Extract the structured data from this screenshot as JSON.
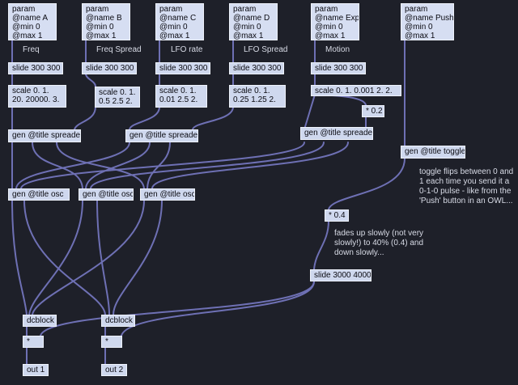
{
  "params": [
    {
      "lines": "param\n@name A\n@min 0\n@max 1"
    },
    {
      "lines": "param\n@name B\n@min 0\n@max 1"
    },
    {
      "lines": "param\n@name C\n@min 0\n@max 1"
    },
    {
      "lines": "param\n@name D\n@min 0\n@max 1"
    },
    {
      "lines": "param\n@name Exp\n@min 0\n@max 1"
    },
    {
      "lines": "param\n@name Push\n@min 0\n@max 1"
    }
  ],
  "labels": {
    "freq": "Freq",
    "freq_spread": "Freq Spread",
    "lfo_rate": "LFO rate",
    "lfo_spread": "LFO Spread",
    "motion": "Motion"
  },
  "objects": {
    "slide_a": "slide 300 300",
    "slide_b": "slide 300 300",
    "slide_c": "slide 300 300",
    "slide_d": "slide 300 300",
    "slide_exp": "slide 300 300",
    "scale_a": "scale 0. 1.\n20. 20000. 3.",
    "scale_b": "scale 0. 1.\n0.5 2.5 2.",
    "scale_c": "scale 0. 1.\n0.01 2.5 2.",
    "scale_d": "scale 0. 1.\n0.25 1.25 2.",
    "scale_exp": "scale 0. 1. 0.001 2. 2.",
    "mul_02": "* 0.2",
    "spreader_1": "gen @title spreader",
    "spreader_2": "gen @title spreader",
    "spreader_3": "gen @title spreader",
    "toggle": "gen @title toggle",
    "osc_1": "gen @title osc",
    "osc_2": "gen @title osc",
    "osc_3": "gen @title osc",
    "mul_04": "* 0.4",
    "slide_fade": "slide 3000 4000",
    "dcblock_1": "dcblock",
    "dcblock_2": "dcblock",
    "mul_out1": "*",
    "mul_out2": "*",
    "out_1": "out 1",
    "out_2": "out 2"
  },
  "comments": {
    "toggle_note": "toggle flips between 0 and\n1 each time you send it a\n0-1-0 pulse - like from the\n'Push' button in an OWL...",
    "fade_note": "fades up slowly (not very\nslowly!) to 40% (0.4) and\ndown slowly..."
  },
  "colors": {
    "background": "#1e2029",
    "cord": "#6e70b4",
    "object_fill": "#cfd8ee"
  }
}
